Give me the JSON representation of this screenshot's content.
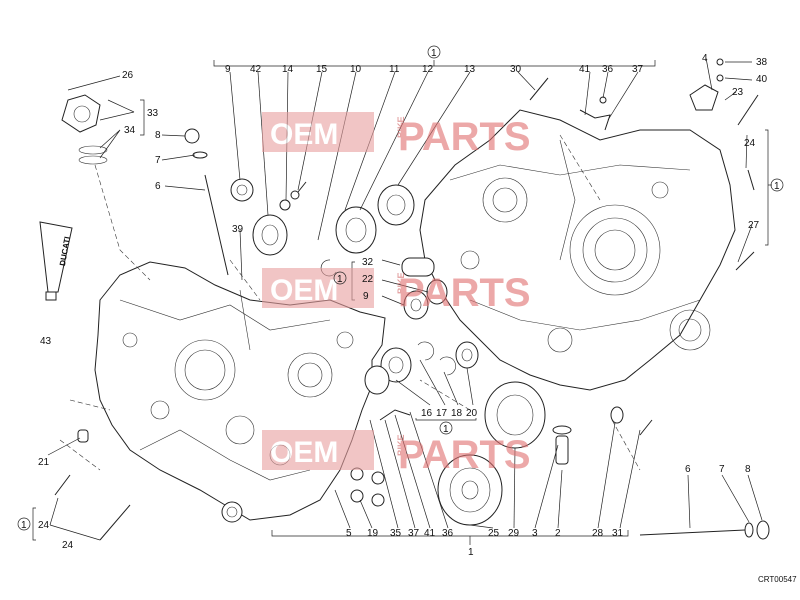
{
  "watermark": {
    "text_left": "OEM",
    "text_mid": "BIKE",
    "text_right": "PARTS",
    "color": "#e07070"
  },
  "drawing_code": "CRT00547",
  "product_label": "DUCATI",
  "group_marker": "1",
  "labels": {
    "l1_bottom": "1",
    "l2": "2",
    "l3": "3",
    "l4": "4",
    "l5": "5",
    "l6_left": "6",
    "l6_right": "6",
    "l7_left": "7",
    "l7_right": "7",
    "l8_left": "8",
    "l8_right": "8",
    "l9_top": "9",
    "l9_mid": "9",
    "l10": "10",
    "l11": "11",
    "l12": "12",
    "l13": "13",
    "l14": "14",
    "l15": "15",
    "l16": "16",
    "l17": "17",
    "l18": "18",
    "l19": "19",
    "l20": "20",
    "l21": "21",
    "l22": "22",
    "l23": "23",
    "l24_left": "24",
    "l24_bottom": "24",
    "l24_right": "24",
    "l25": "25",
    "l26": "26",
    "l27": "27",
    "l28": "28",
    "l29": "29",
    "l30": "30",
    "l31": "31",
    "l32": "32",
    "l33": "33",
    "l34": "34",
    "l35": "35",
    "l36_top": "36",
    "l36_bottom": "36",
    "l37_top": "37",
    "l37_bottom": "37",
    "l38": "38",
    "l39": "39",
    "l40": "40",
    "l41_top": "41",
    "l41_bottom": "41",
    "l42": "42",
    "l43": "43"
  }
}
